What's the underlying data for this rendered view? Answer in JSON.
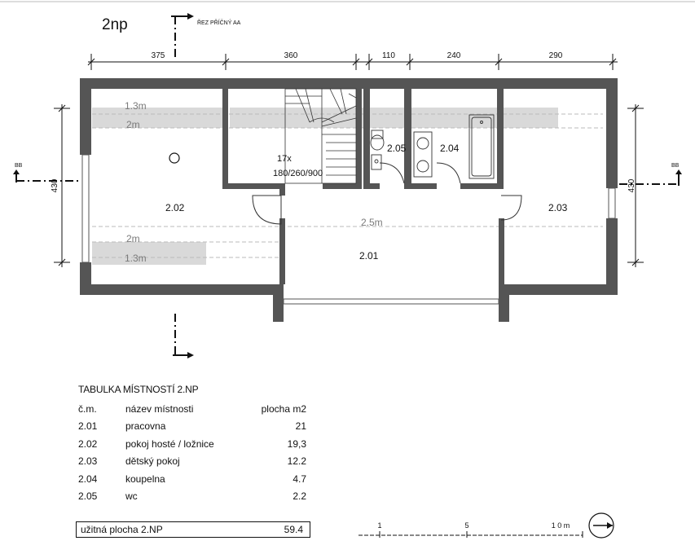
{
  "floor_label": "2np",
  "section_label": "ŘEZ PŘÍČNÝ AA",
  "side_marker_left": "BB",
  "side_marker_right": "BB",
  "dimensions_top": [
    "375",
    "360",
    "110",
    "240",
    "290"
  ],
  "dimension_left": "430",
  "dimension_right": "430",
  "stairs": {
    "count": "17x",
    "spec": "180/260/900"
  },
  "height_labels": {
    "h13_top": "1.3m",
    "h2_top": "2m",
    "h2_bottom": "2m",
    "h13_bottom": "1.3m",
    "h25": "2.5m"
  },
  "rooms_on_plan": [
    "2.01",
    "2.02",
    "2.03",
    "2.04",
    "2.05"
  ],
  "table": {
    "title": "TABULKA MÍSTNOSTÍ 2.NP",
    "headers": {
      "no": "č.m.",
      "name": "název místnosti",
      "area": "plocha m2"
    },
    "rows": [
      {
        "no": "2.01",
        "name": "pracovna",
        "area": "21"
      },
      {
        "no": "2.02",
        "name": "pokoj hosté / ložnice",
        "area": "19,3"
      },
      {
        "no": "2.03",
        "name": "dětský pokoj",
        "area": "12.2"
      },
      {
        "no": "2.04",
        "name": "koupelna",
        "area": "4.7"
      },
      {
        "no": "2.05",
        "name": "wc",
        "area": "2.2"
      }
    ],
    "total_label": "užitná plocha 2.NP",
    "total_value": "59.4"
  },
  "scale_bar": {
    "labels": [
      "1",
      "5",
      "1 0 m"
    ]
  },
  "north_arrow": "north-arrow-icon",
  "colors": {
    "wall": "#555555",
    "shade": "#d9d9d9",
    "line": "#111111",
    "height_text": "#7a7a7a"
  }
}
